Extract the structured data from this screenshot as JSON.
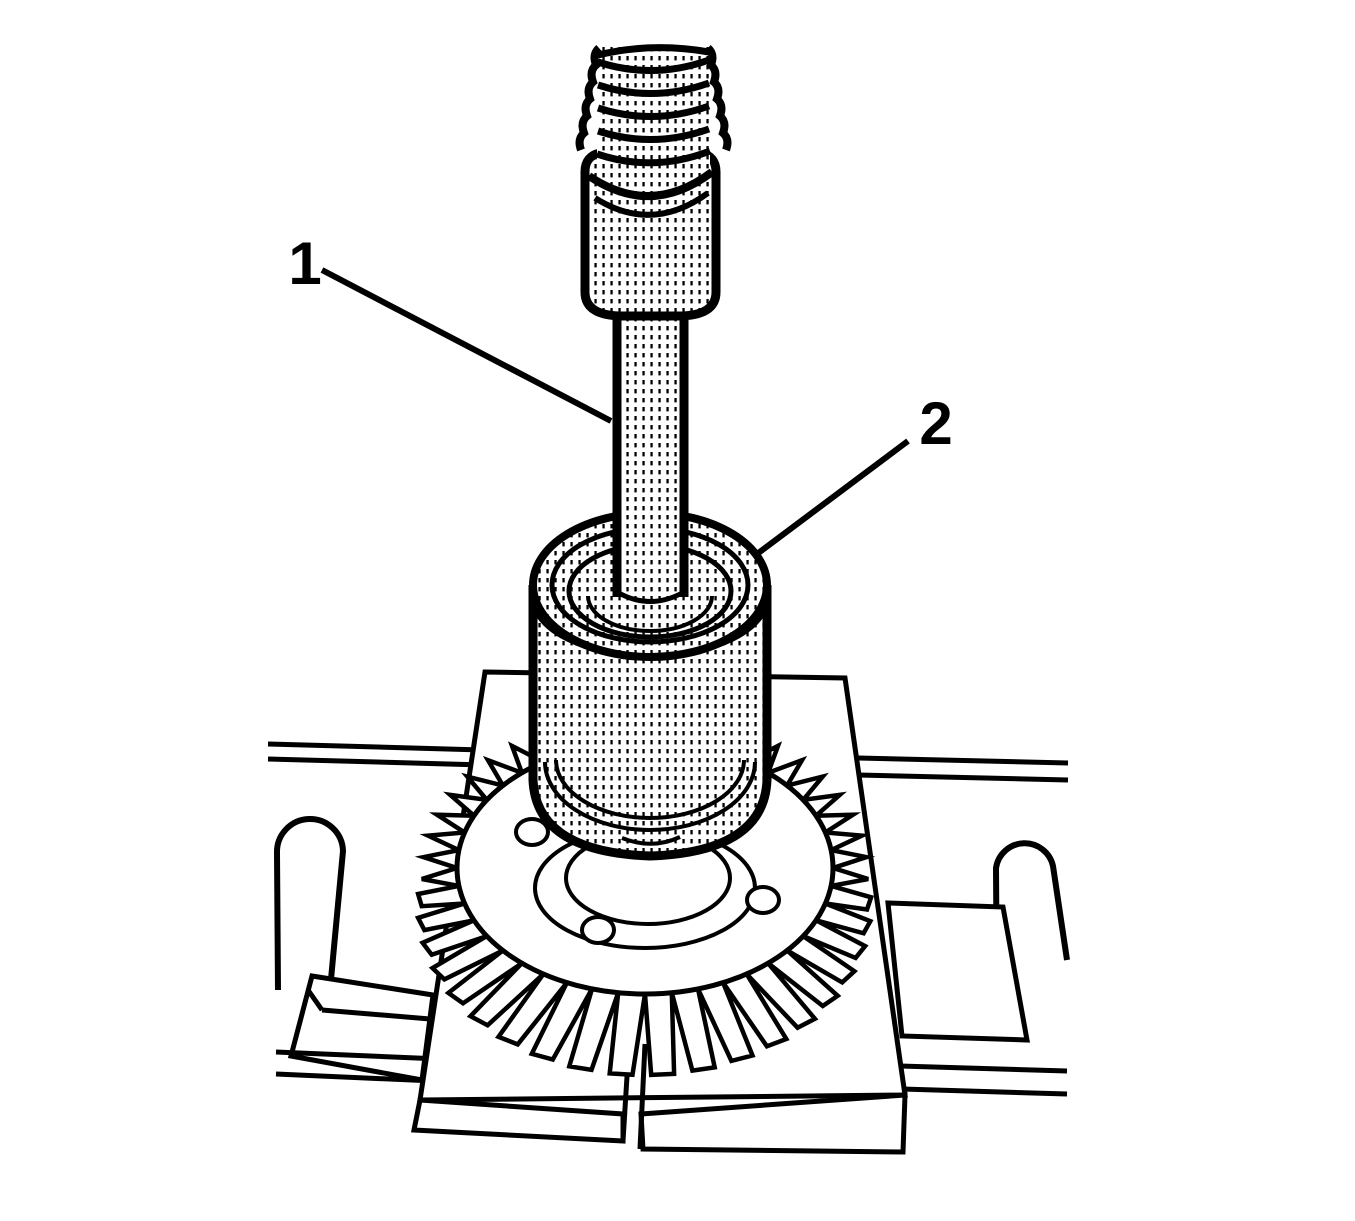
{
  "figure": {
    "kind": "technical-service-illustration",
    "description_visible_text_only": true,
    "callouts": [
      {
        "label": "1"
      },
      {
        "label": "2"
      }
    ]
  },
  "colors": {
    "ink": "#000000",
    "paper": "#ffffff"
  }
}
